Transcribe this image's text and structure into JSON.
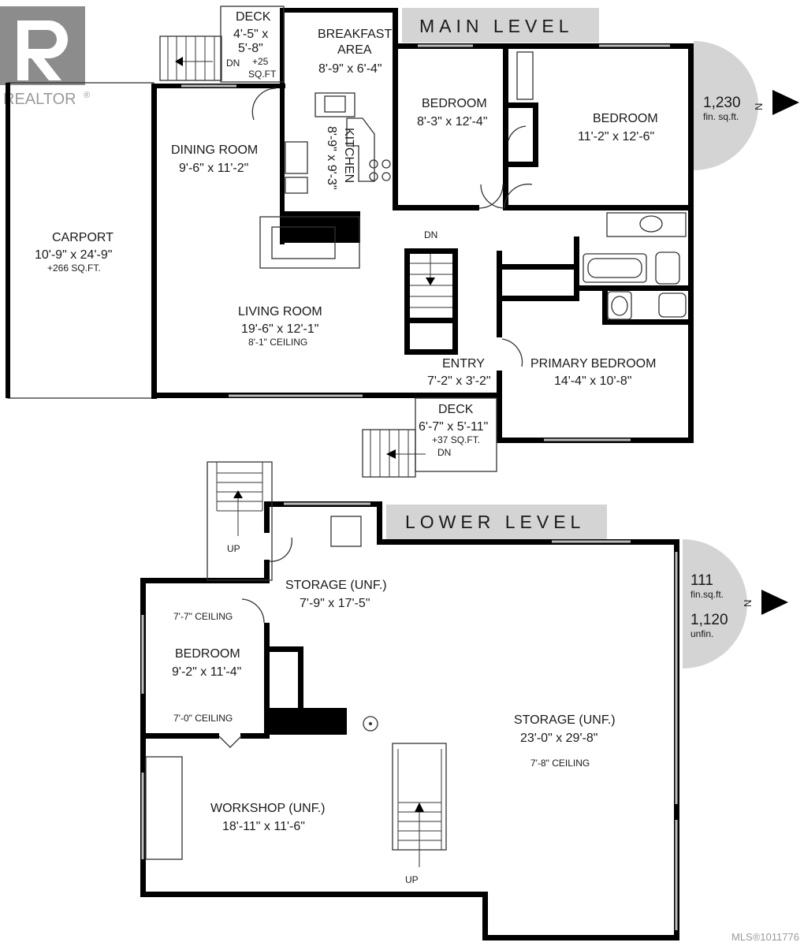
{
  "logo": {
    "text": "REALTOR",
    "mark": "®",
    "icon": "realtor-r-logo"
  },
  "main_level": {
    "title": "MAIN LEVEL",
    "area_value": "1,230",
    "area_unit": "fin. sq.ft.",
    "north": "N",
    "rooms": {
      "deck_top": {
        "name": "DECK",
        "dim1": "4'-5\" x",
        "dim2": "5'-8\"",
        "extra1": "+25",
        "extra2": "SQ.FT",
        "stair": "DN"
      },
      "breakfast": {
        "name1": "BREAKFAST",
        "name2": "AREA",
        "dim": "8'-9\" x 6'-4\""
      },
      "kitchen": {
        "name": "KITCHEN",
        "dim": "8'-9\" x 9'-3\""
      },
      "dining": {
        "name": "DINING ROOM",
        "dim": "9'-6\" x 11'-2\""
      },
      "carport": {
        "name": "CARPORT",
        "dim": "10'-9\" x 24'-9\"",
        "extra": "+266 SQ.FT."
      },
      "living": {
        "name": "LIVING ROOM",
        "dim": "19'-6\" x 12'-1\"",
        "ceiling": "8'-1\" CEILING"
      },
      "bedroom1": {
        "name": "BEDROOM",
        "dim": "8'-3\" x 12'-4\""
      },
      "bedroom2": {
        "name": "BEDROOM",
        "dim": "11'-2\" x 12'-6\""
      },
      "stair_dn": "DN",
      "entry": {
        "name": "ENTRY",
        "dim": "7'-2\" x 3'-2\""
      },
      "primary": {
        "name": "PRIMARY BEDROOM",
        "dim": "14'-4\" x 10'-8\""
      },
      "deck_bottom": {
        "name": "DECK",
        "dim": "6'-7\" x 5'-11\"",
        "extra": "+37 SQ.FT.",
        "stair": "DN"
      }
    }
  },
  "lower_level": {
    "title": "LOWER LEVEL",
    "fin_value": "111",
    "fin_unit": "fin.sq.ft.",
    "unfin_value": "1,120",
    "unfin_unit": "unfin.",
    "north": "N",
    "rooms": {
      "stair_up_top": "UP",
      "storage_small": {
        "name": "STORAGE (UNF.)",
        "dim": "7'-9\" x 17'-5\""
      },
      "bedroom": {
        "name": "BEDROOM",
        "dim": "9'-2\" x 11'-4\"",
        "ceiling1": "7'-7\" CEILING",
        "ceiling2": "7'-0\" CEILING"
      },
      "storage_large": {
        "name": "STORAGE (UNF.)",
        "dim": "23'-0\" x 29'-8\"",
        "ceiling": "7'-8\" CEILING"
      },
      "workshop": {
        "name": "WORKSHOP (UNF.)",
        "dim": "18'-11\" x 11'-6\""
      },
      "stair_up_bottom": "UP"
    }
  },
  "mls": "MLS®1011776"
}
